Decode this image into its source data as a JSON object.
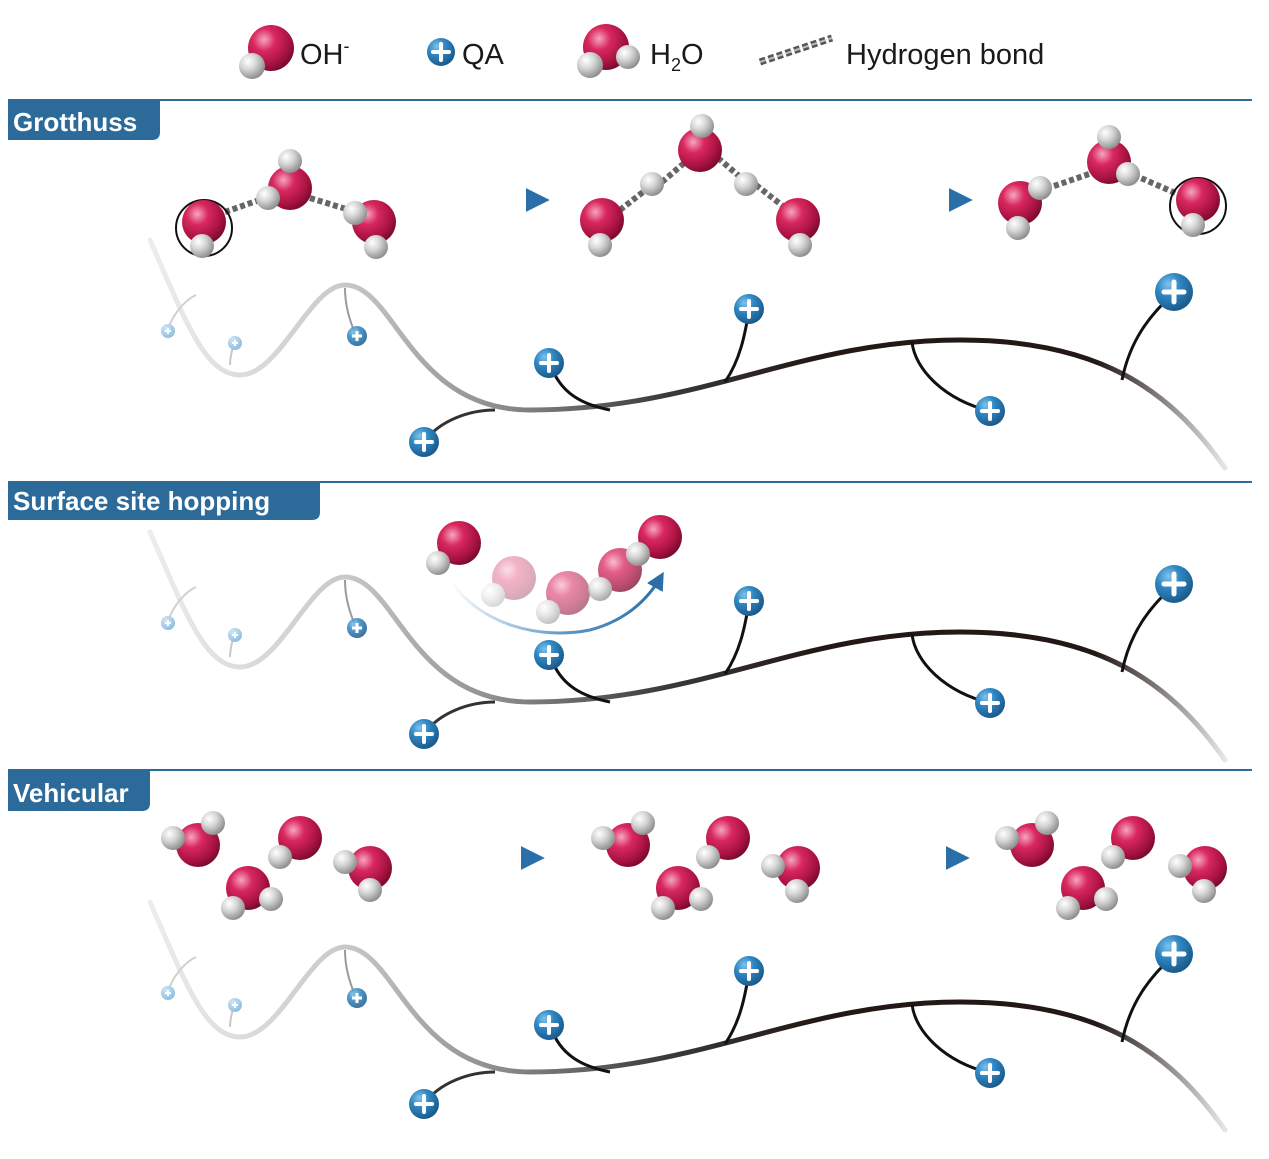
{
  "legend": {
    "oh": {
      "label": "OH",
      "superscript": "-"
    },
    "qa": {
      "label": "QA"
    },
    "h2o": {
      "label_h": "H",
      "label_sub": "2",
      "label_o": "O"
    },
    "hbond": {
      "label": "Hydrogen bond"
    }
  },
  "panels": [
    {
      "title": "Grotthuss"
    },
    {
      "title": "Surface site hopping"
    },
    {
      "title": "Vehicular"
    }
  ],
  "colors": {
    "oxygen": "#c8184f",
    "hydrogen": "#bdbdbd",
    "qa": "#2a78b0",
    "header": "#2c6a9a",
    "arrow": "#2a6fa8",
    "chain": "#231815"
  }
}
